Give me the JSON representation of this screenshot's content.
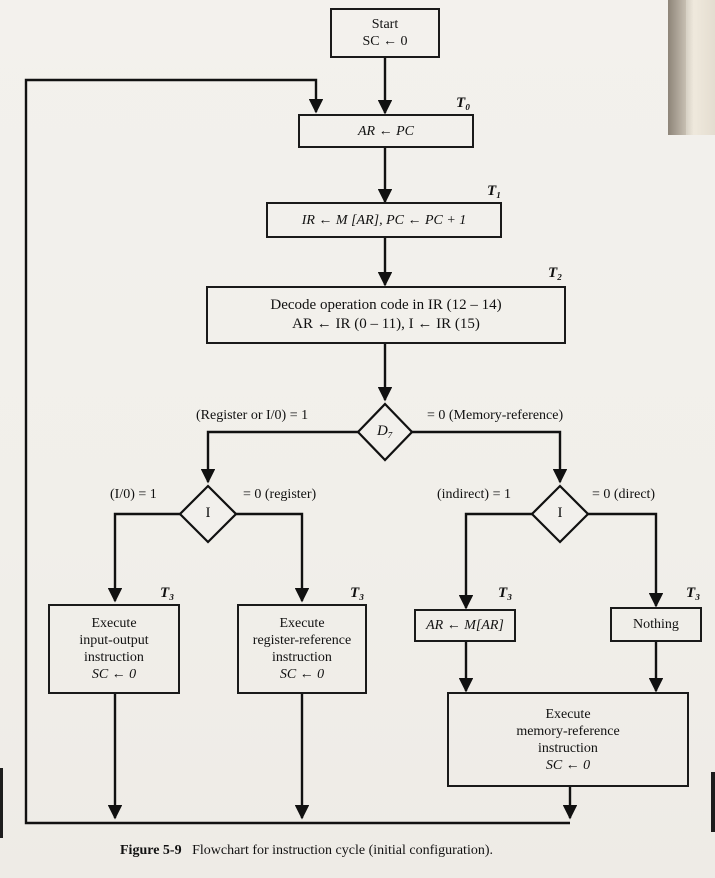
{
  "figure": {
    "number": "Figure 5-9",
    "caption": "Flowchart for instruction cycle (initial configuration)."
  },
  "nodes": {
    "start": [
      "Start",
      "SC ← 0"
    ],
    "fetch_ar": "AR ← PC",
    "fetch_ir": "IR ← M [AR],  PC ← PC + 1",
    "decode": [
      "Decode operation code in IR (12 – 14)",
      "AR ← IR (0 – 11),  I ← IR (15)"
    ],
    "d7": "D₇",
    "i_left": "I",
    "i_right": "I",
    "exec_io": [
      "Execute",
      "input-output",
      "instruction",
      "SC ← 0"
    ],
    "exec_reg": [
      "Execute",
      "register-reference",
      "instruction",
      "SC ← 0"
    ],
    "indirect": "AR ←  M[AR]",
    "nothing": "Nothing",
    "exec_mem": [
      "Execute",
      "memory-reference",
      "instruction",
      "SC ← 0"
    ]
  },
  "timing": {
    "t0": "T₀",
    "t1": "T₁",
    "t2": "T₂",
    "t3": "T₃"
  },
  "branches": {
    "d7_one": "(Register or I/0)  = 1",
    "d7_zero": "= 0  (Memory-reference)",
    "il_one": "(I/0)  = 1",
    "il_zero": "= 0  (register)",
    "ir_one": "(indirect)  = 1",
    "ir_zero": "= 0  (direct)"
  }
}
